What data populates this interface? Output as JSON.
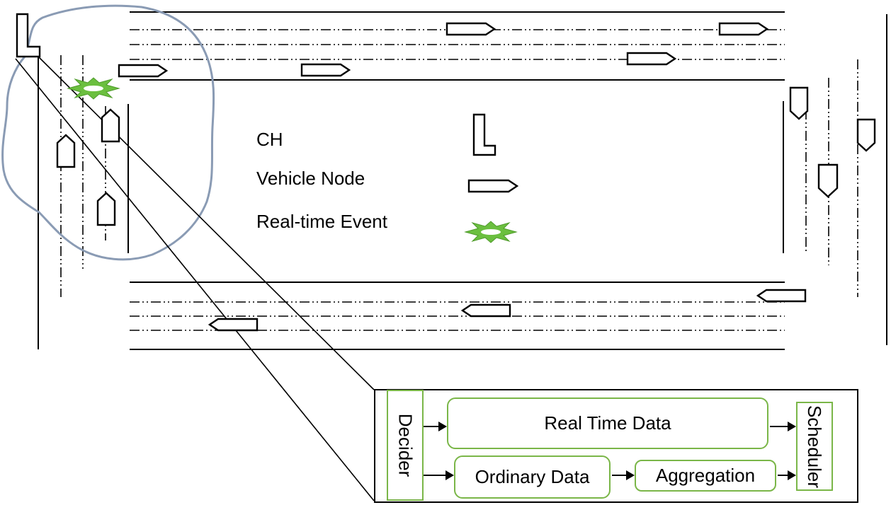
{
  "legend": {
    "ch_label": "CH",
    "vehicle_label": "Vehicle Node",
    "event_label": "Real-time Event"
  },
  "panel": {
    "decider": "Decider",
    "real_time_data": "Real Time Data",
    "ordinary_data": "Ordinary Data",
    "aggregation": "Aggregation",
    "scheduler": "Scheduler"
  },
  "colors": {
    "box_border": "#7ab648",
    "event_star": "#6bbf3f",
    "coverage_area": "#8a9bb4"
  },
  "icons": {
    "ch": "cluster-head-icon",
    "vehicle": "vehicle-node-icon",
    "event": "real-time-event-icon"
  }
}
